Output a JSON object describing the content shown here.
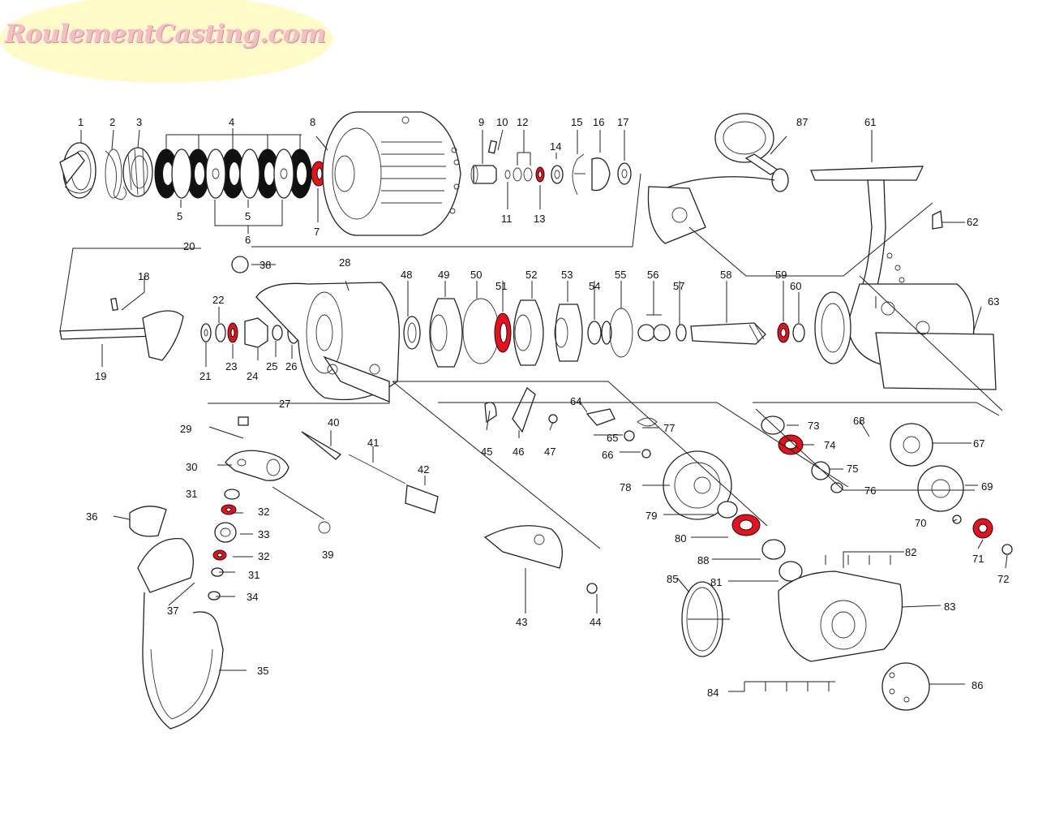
{
  "watermark": {
    "text": "RoulementCasting.com",
    "fill_color": "#fffbc8",
    "text_color": "#f3bfc5"
  },
  "bearing_highlight_color": "#e8101b",
  "labels": {
    "p1": "1",
    "p2": "2",
    "p3": "3",
    "p4": "4",
    "p5a": "5",
    "p5b": "5",
    "p6": "6",
    "p7": "7",
    "p8": "8",
    "p9": "9",
    "p10": "10",
    "p11": "11",
    "p12": "12",
    "p13": "13",
    "p14": "14",
    "p15": "15",
    "p16": "16",
    "p17": "17",
    "p18": "18",
    "p19": "19",
    "p20": "20",
    "p21": "21",
    "p22": "22",
    "p23": "23",
    "p24": "24",
    "p25": "25",
    "p26": "26",
    "p27": "27",
    "p28": "28",
    "p29": "29",
    "p30": "30",
    "p31a": "31",
    "p31b": "31",
    "p32a": "32",
    "p32b": "32",
    "p33": "33",
    "p34": "34",
    "p35": "35",
    "p36": "36",
    "p37": "37",
    "p38": "38",
    "p39": "39",
    "p40": "40",
    "p41": "41",
    "p42": "42",
    "p43": "43",
    "p44": "44",
    "p45": "45",
    "p46": "46",
    "p47": "47",
    "p48": "48",
    "p49": "49",
    "p50": "50",
    "p51": "51",
    "p52": "52",
    "p53": "53",
    "p54": "54",
    "p55": "55",
    "p56": "56",
    "p57": "57",
    "p58": "58",
    "p59": "59",
    "p60": "60",
    "p61": "61",
    "p62": "62",
    "p63": "63",
    "p64": "64",
    "p65": "65",
    "p66": "66",
    "p67": "67",
    "p68": "68",
    "p69": "69",
    "p70": "70",
    "p71": "71",
    "p72": "72",
    "p73": "73",
    "p74": "74",
    "p75": "75",
    "p76": "76",
    "p77": "77",
    "p78": "78",
    "p79": "79",
    "p80": "80",
    "p81": "81",
    "p82": "82",
    "p83": "83",
    "p84": "84",
    "p85": "85",
    "p86": "86",
    "p87": "87",
    "p88": "88"
  }
}
